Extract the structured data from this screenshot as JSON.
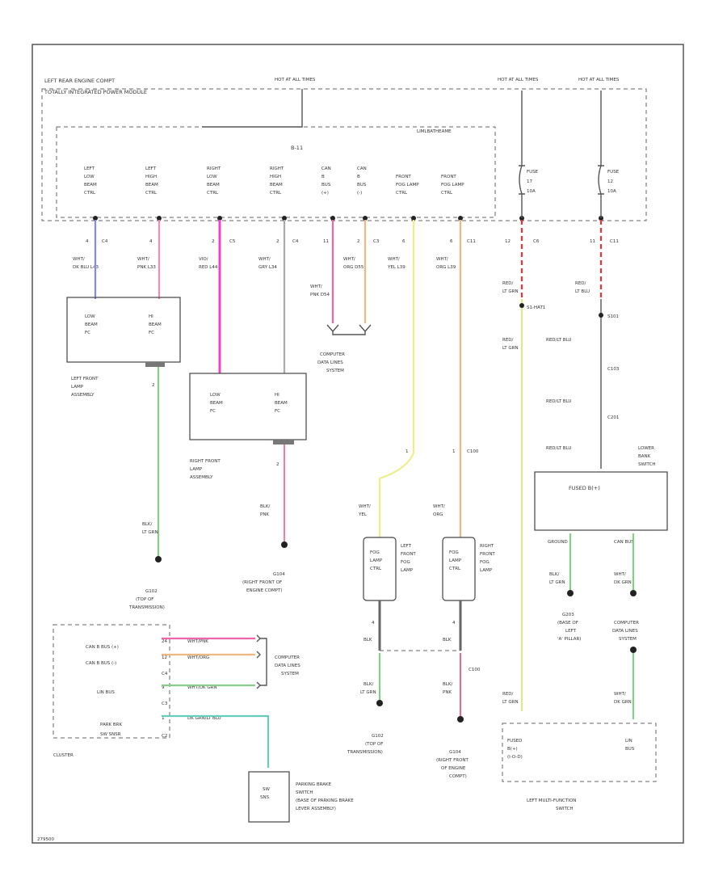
{
  "bcm": {
    "location": "LEFT REAR ENGINE COMPT",
    "name": "TOTALLY INTEGRATED POWER MODULE",
    "hot_at_all_times": "HOT AT ALL TIMES",
    "internal_label": "LIMLBATHEAME",
    "fuse_block": "B-11",
    "outputs": [
      {
        "label": [
          "LEFT",
          "LOW",
          "BEAM",
          "CTRL"
        ],
        "pin": "4",
        "conn": "C4",
        "wire": [
          "WHT/",
          "DK BLU L43"
        ],
        "color": "#8888ee"
      },
      {
        "label": [
          "LEFT",
          "HIGH",
          "BEAM",
          "CTRL"
        ],
        "pin": "4",
        "conn": "",
        "wire": [
          "WHT/",
          "PNK L33"
        ],
        "color": "#f08ab8"
      },
      {
        "label": [
          "RIGHT",
          "LOW",
          "BEAM",
          "CTRL"
        ],
        "pin": "2",
        "conn": "C5",
        "wire": [
          "VIO/",
          "RED L44"
        ],
        "color": "#ee44cc"
      },
      {
        "label": [
          "RIGHT",
          "HIGH",
          "BEAM",
          "CTRL"
        ],
        "pin": "2",
        "conn": "C4",
        "wire": [
          "WHT/",
          "GRY L34"
        ],
        "color": "#aaaaaa"
      },
      {
        "label": [
          "CAN",
          "B",
          "BUS",
          "(+)"
        ],
        "pin": "11",
        "conn": "",
        "wire": [
          "WHT/",
          "PNK D54"
        ],
        "color": "#ee66aa"
      },
      {
        "label": [
          "CAN",
          "B",
          "BUS",
          "(-)"
        ],
        "pin": "2",
        "conn": "C3",
        "wire": [
          "WHT/",
          "ORG D55"
        ],
        "color": "#f0b880"
      },
      {
        "label": [
          "FRONT",
          "FOG LAMP",
          "CTRL"
        ],
        "pin": "6",
        "conn": "",
        "wire": [
          "WHT/",
          "YEL L39"
        ],
        "color": "#eeee88"
      },
      {
        "label": [
          "FRONT",
          "FOG LAMP",
          "CTRL"
        ],
        "pin": "6",
        "conn": "C11",
        "wire": [
          "WHT/",
          "ORG L39"
        ],
        "color": "#f0b880"
      }
    ],
    "fuse1": {
      "name": "FUSE",
      "num": "17",
      "amp": "10A",
      "pin": "12",
      "conn": "C6"
    },
    "fuse2": {
      "name": "FUSE",
      "num": "12",
      "amp": "10A",
      "pin": "11",
      "conn": "C11"
    }
  },
  "left_lamp": {
    "low": [
      "LOW",
      "BEAM",
      "FC"
    ],
    "high": [
      "HI",
      "BEAM",
      "FC"
    ],
    "name": [
      "LEFT FRONT",
      "LAMP",
      "ASSEMBLY"
    ],
    "pin": "2",
    "wire": [
      "BLK/",
      "LT GRN"
    ]
  },
  "right_lamp": {
    "low": [
      "LOW",
      "BEAM",
      "FC"
    ],
    "high": [
      "HI",
      "BEAM",
      "FC"
    ],
    "name": [
      "RIGHT FRONT",
      "LAMP",
      "ASSEMBLY"
    ],
    "pin": "2",
    "wire": [
      "BLK/",
      "PNK"
    ]
  },
  "computer_data": {
    "lines": [
      "COMPUTER",
      "DATA LINES",
      "SYSTEM"
    ]
  },
  "grounds": {
    "g102_left": [
      "G102",
      "(TOP OF",
      "TRANSMISSION)"
    ],
    "g104": [
      "G104",
      "(RIGHT FRONT OF",
      "ENGINE COMPT)"
    ],
    "g102_fog": [
      "G102",
      "(TOP OF",
      "TRANSMISSION)"
    ],
    "g104_fog": [
      "G104",
      "(RIGHT FRONT",
      "OF ENGINE",
      "COMPT)"
    ],
    "g203": [
      "G203",
      "(BASE OF",
      "LEFT",
      "'A' PILLAR)"
    ]
  },
  "fog": {
    "left_ctrl": [
      "FOG",
      "LAMP",
      "CTRL"
    ],
    "left_name": [
      "LEFT",
      "FRONT",
      "FOG",
      "LAMP"
    ],
    "right_ctrl": [
      "FOG",
      "LAMP",
      "CTRL"
    ],
    "right_name": [
      "RIGHT",
      "FRONT",
      "FOG",
      "LAMP"
    ],
    "left_wire": [
      "WHT/",
      "YEL"
    ],
    "right_wire": [
      "WHT/",
      "ORG"
    ],
    "left_pin": "1",
    "right_pin": "1",
    "left_conn": "",
    "right_conn": "C100",
    "left_gnd_pin": "4",
    "right_gnd_pin": "4",
    "blk": "BLK",
    "left_gnd_wire": [
      "BLK/",
      "LT GRN"
    ],
    "right_gnd_wire": [
      "BLK/",
      "PNK"
    ],
    "right_gnd_conn": "C100"
  },
  "right_side": {
    "wire1": [
      "RED/",
      "LT GRN"
    ],
    "splice1": "S1-HAT1",
    "wire1b": [
      "RED/",
      "LT GRN"
    ],
    "wire2": [
      "RED/",
      "LT BLU"
    ],
    "splice2": "S101",
    "wire2b": "RED/LT BLU",
    "conn_c103": "C103",
    "wire2c": "RED/LT BLU",
    "conn_c201": "C201",
    "wire2d": "RED/LT BLU",
    "lower_panel": [
      "LOWER",
      "BANK",
      "SWITCH"
    ],
    "fused_box": "FUSED B(+)",
    "ground_label": "GROUND",
    "can_label": "CAN BUS",
    "blk_wire": [
      "BLK/",
      "LT GRN"
    ],
    "dkgrn_wire": [
      "WHT/",
      "DK GRN"
    ],
    "cd_lines": [
      "COMPUTER",
      "DATA LINES",
      "SYSTEM"
    ],
    "dkgrn_wire2": [
      "WHT/",
      "DK GRN"
    ],
    "red_wire3": [
      "RED/",
      "LT GRN"
    ],
    "lmfs_fused": [
      "FUSED",
      "B(+)",
      "(I-O-D)"
    ],
    "lmfs_lin": [
      "LIN",
      "BUS"
    ],
    "lmfs_name": [
      "LEFT MULTI-FUNCTION",
      "SWITCH"
    ]
  },
  "cluster": {
    "name": "CLUSTER",
    "rows": [
      {
        "label": "CAN B BUS (+)",
        "pin": "24",
        "wire": "WHT/PNK"
      },
      {
        "label": "CAN B BUS (-)",
        "pin": "12",
        "wire": "WHT/ORG"
      },
      {
        "label": "",
        "pin": "C4",
        "wire": ""
      },
      {
        "label": "LIN BUS",
        "pin": "9",
        "wire": "WHT/DK GRN"
      },
      {
        "label": "",
        "pin": "C3",
        "wire": ""
      },
      {
        "label": "PARK BRK",
        "pin": "1",
        "wire": "DK GRN/LT BLU"
      },
      {
        "label": "SW SNSR",
        "pin": "C2",
        "wire": ""
      }
    ],
    "cd_lines": [
      "COMPUTER",
      "DATA LINES",
      "SYSTEM"
    ]
  },
  "park_brake": {
    "box": [
      "SW",
      "SNS"
    ],
    "name": [
      "PARKING BRAKE",
      "SWITCH",
      "(BASE OF PARKING BRAKE",
      "LEVER ASSEMBLY)"
    ]
  },
  "figure_id": "279500"
}
